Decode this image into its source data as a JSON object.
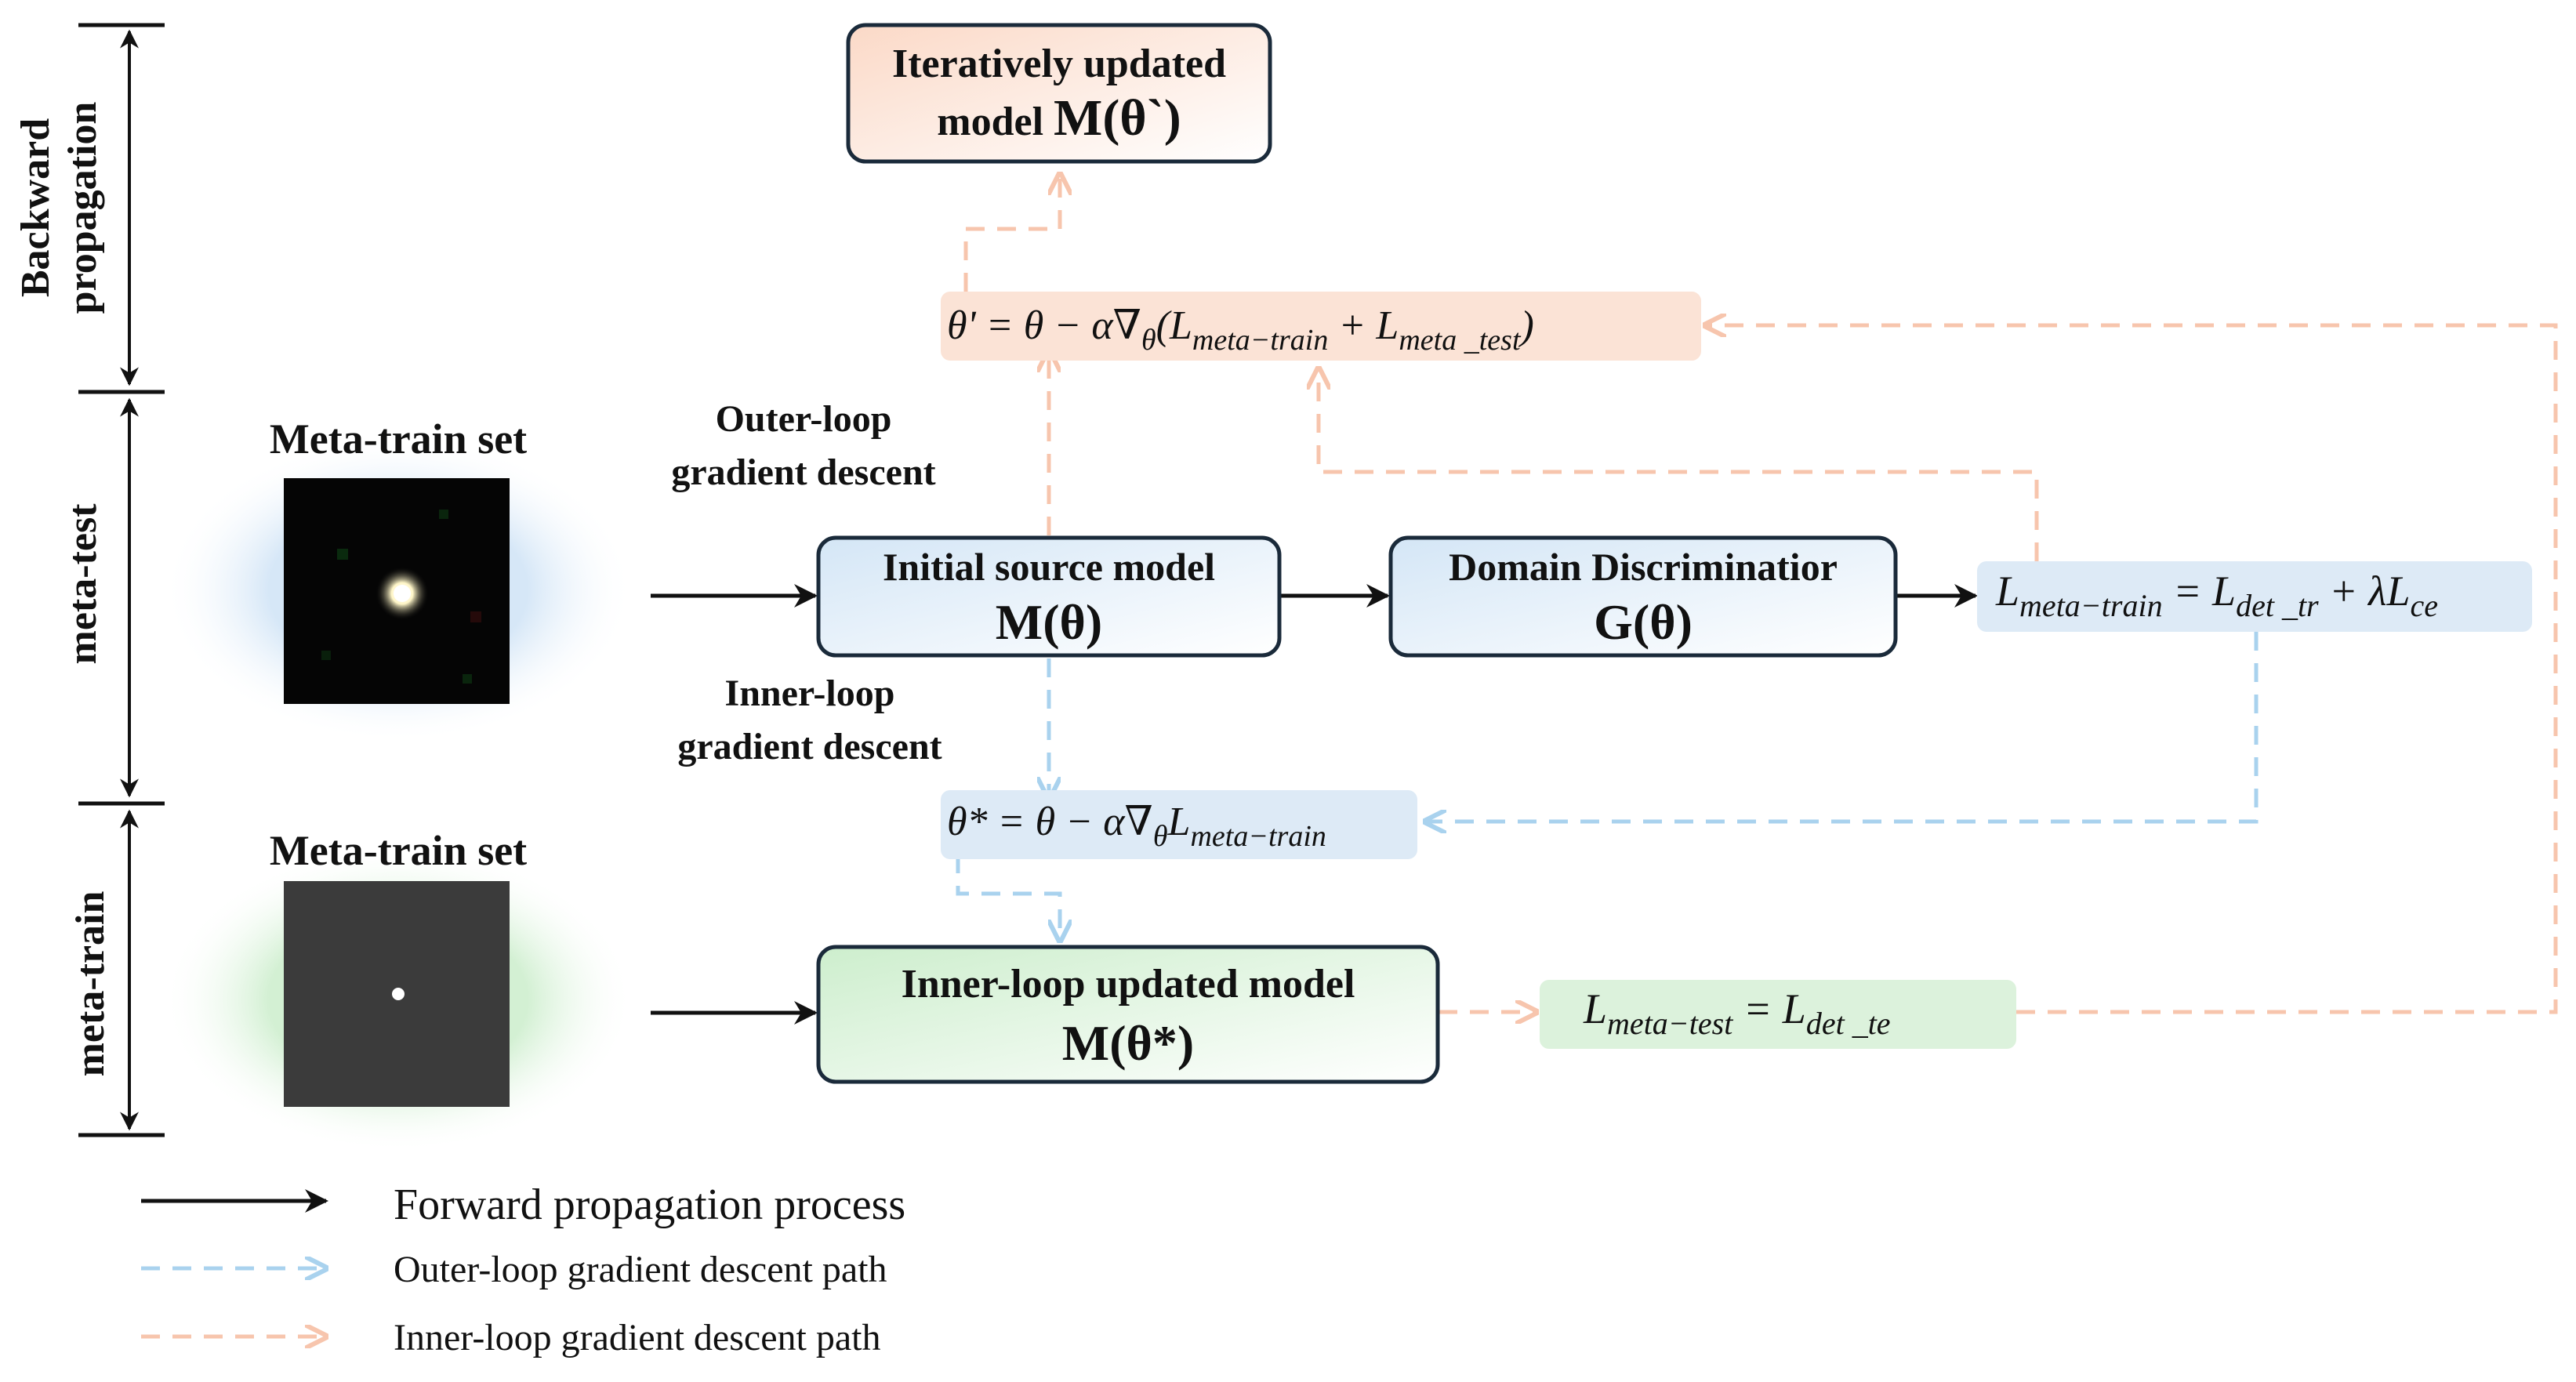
{
  "axis": {
    "backward_line1": "Backward",
    "backward_line2": "propagation",
    "meta_test": "meta-test",
    "meta_train": "meta-train"
  },
  "panels": {
    "top_title": "Meta-train set",
    "bottom_title": "Meta-train set"
  },
  "labels": {
    "outer_line1": "Outer-loop",
    "outer_line2": "gradient descent",
    "inner_line1": "Inner-loop",
    "inner_line2": "gradient descent"
  },
  "boxes": {
    "iterative_line1": "Iteratively updated",
    "iterative_line2_prefix": "model ",
    "iterative_line2_math": "M(θ`)",
    "source_line1": "Initial source model",
    "source_line2": "M(θ)",
    "discriminator_line1": "Domain Discriminatior",
    "discriminator_line2": "G(θ)",
    "inner_model_line1": "Inner-loop updated model",
    "inner_model_line2": "M(θ*)"
  },
  "equations": {
    "theta_prime": {
      "lhs": "θ' = θ − α∇",
      "sub1": "θ",
      "mid1": "(L",
      "sub2": "meta−train",
      "mid2": " + L",
      "sub3": "meta _test",
      "end": ")"
    },
    "theta_star": {
      "lhs": "θ* = θ − α∇",
      "sub1": "θ",
      "mid1": "L",
      "sub2": "meta−train"
    },
    "l_meta_train": {
      "a": "L",
      "sub1": "meta−train",
      "b": " = L",
      "sub2": "det _tr",
      "c": " + λL",
      "sub3": "ce"
    },
    "l_meta_test": {
      "a": "L",
      "sub1": "meta−test",
      "b": " = L",
      "sub2": "det _te"
    }
  },
  "legend": {
    "forward": "Forward propagation process",
    "outer": "Outer-loop gradient descent path",
    "inner": "Inner-loop gradient descent path"
  },
  "colors": {
    "orange_path": "#f7c5ad",
    "blue_path": "#a9d2ee",
    "orange_fill": "#fbe3d6",
    "blue_fill": "#ddeaf6",
    "green_fill": "#dcf2dc",
    "box_stroke": "#1a2a3a"
  }
}
